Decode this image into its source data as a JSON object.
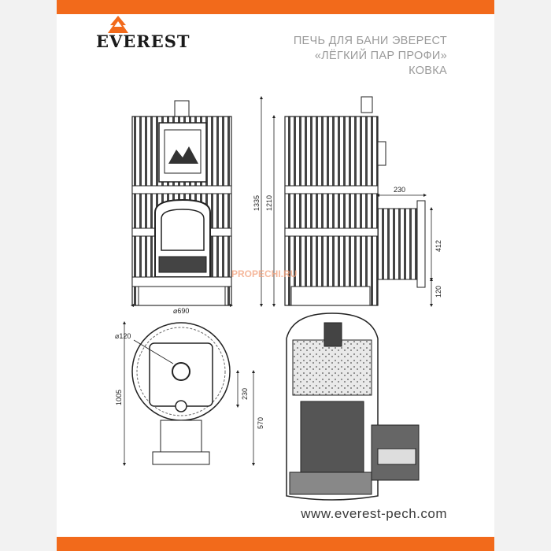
{
  "brand": {
    "logo_text": "EVEREST",
    "accent_color": "#f26a1b"
  },
  "title": {
    "line1": "ПЕЧЬ ДЛЯ БАНИ ЭВЕРЕСТ",
    "line2": "«ЛЁГКИЙ ПАР ПРОФИ»",
    "line3": "КОВКА"
  },
  "dimensions": {
    "front_width": "⌀690",
    "total_height": "1335",
    "body_height": "1210",
    "tunnel_depth": "230",
    "tunnel_height": "412",
    "base_height": "120",
    "flue_diameter": "⌀120",
    "plan_depth": "1005",
    "plan_offset": "230",
    "plan_tunnel": "570"
  },
  "watermark": "PROPECHI.RU",
  "footer": {
    "url": "www.everest-pech.com"
  }
}
